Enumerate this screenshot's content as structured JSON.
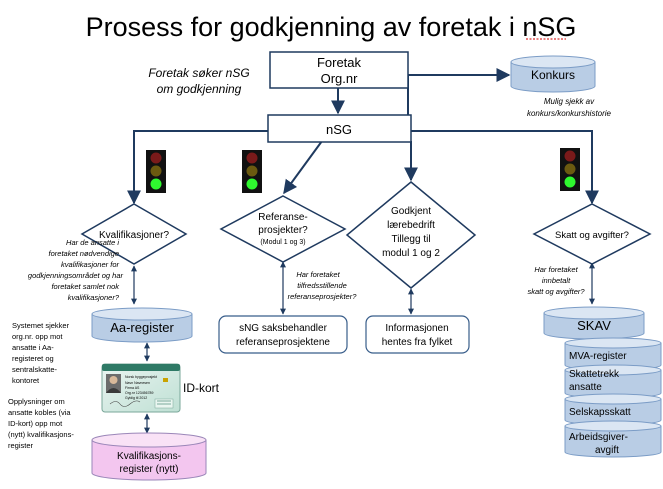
{
  "title": "Prosess for godkjenning av foretak i nSG",
  "foretak": {
    "line1": "Foretak",
    "line2": "Org.nr"
  },
  "foretak_note": {
    "line1": "Foretak søker nSG",
    "line2": "om godkjenning"
  },
  "konkurs": {
    "label": "Konkurs",
    "note1": "Mulig sjekk av",
    "note2": "konkurs/konkurshistorie"
  },
  "nsg": {
    "label": "nSG"
  },
  "decisions": {
    "kvalifikasjoner": {
      "label": "Kvalifikasjoner?"
    },
    "referanse": {
      "line1": "Referanse-",
      "line2": "prosjekter?",
      "line3": "(Modul 1 og 3)"
    },
    "godkjent": {
      "line1": "Godkjent",
      "line2": "lærebedrift",
      "line3": "Tillegg til",
      "line4": "modul 1 og 2"
    },
    "skatt": {
      "label": "Skatt og avgifter?"
    }
  },
  "questions": {
    "kval": [
      "Har de ansatte i",
      "foretaket nødvendige",
      "kvalifikasjoner for",
      "godkjenningsområdet og har",
      "foretaket samlet nok",
      "kvalifikasjoner?"
    ],
    "ref": [
      "Har foretaket",
      "tilfredsstillende",
      "referanseprosjekter?"
    ],
    "skatt": [
      "Har foretaket",
      "innbetalt",
      "skatt og avgifter?"
    ]
  },
  "aa_register": {
    "label": "Aa-register"
  },
  "systemet_note": [
    "Systemet sjekker",
    "org.nr. opp mot",
    "ansatte i Aa-",
    "registeret  og",
    "sentralskatte-",
    "kontoret"
  ],
  "id_kort": {
    "label": "ID-kort",
    "card_title": "Norsk byggeprosjekt",
    "card_text": [
      "Navn Navnesen",
      "Firma AS",
      "Org.nr 123456789",
      "Gyldig til 2012"
    ]
  },
  "opplysninger_note": [
    "Opplysninger om",
    "ansatte kobles (via",
    "ID-kort) opp mot",
    "(nytt) kvalifikasjons-",
    "register"
  ],
  "kval_register": {
    "line1": "Kvalifikasjons-",
    "line2": "register (nytt)"
  },
  "sng_box": {
    "line1": "sNG saksbehandler",
    "line2": "referanseprosjektene"
  },
  "info_box": {
    "line1": "Informasjonen",
    "line2": "hentes fra fylket"
  },
  "skav": {
    "label": "SKAV"
  },
  "skav_items": [
    {
      "lines": [
        "MVA-register"
      ]
    },
    {
      "lines": [
        "Skattetrekk",
        "ansatte"
      ]
    },
    {
      "lines": [
        "Selskapsskatt"
      ]
    },
    {
      "lines": [
        "Arbeidsgiver-",
        "avgift"
      ]
    }
  ],
  "colors": {
    "cylinder_blue": "#b9cde5",
    "cylinder_blue_top": "#dbe6f3",
    "cylinder_pink": "#f3c6ef",
    "cylinder_pink_top": "#f9e2f6",
    "line_dark": "#1f3a5f",
    "box_border": "#385d8a",
    "light_red": "#7a1a1a",
    "light_yellow": "#6b5a10",
    "light_green": "#2ff82f"
  }
}
